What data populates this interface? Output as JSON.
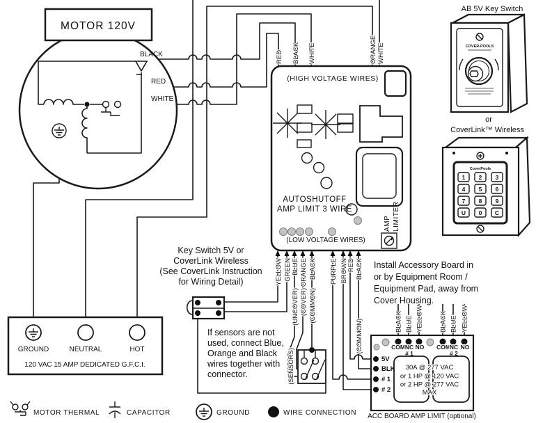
{
  "motor": {
    "title": "MOTOR 120V",
    "wire_black": "BLACK",
    "wire_red": "RED",
    "wire_white": "WHITE"
  },
  "board": {
    "high_voltage_label": "(HIGH VOLTAGE WIRES)",
    "low_voltage_label": "(LOW VOLTAGE WIRES)",
    "title_line1": "AUTOSHUTOFF",
    "title_line2": "AMP LIMIT 3 WIRE",
    "amp_limiter_word1": "AMP",
    "amp_limiter_word2": "LIMITER",
    "top_wires": [
      "RED",
      "BLACK",
      "WHITE",
      "ORANGE",
      "WHITE"
    ],
    "bottom_wires": [
      "YELLOW",
      "GREEN",
      "BLUE",
      "ORANGE",
      "BLACK",
      "PURPLE",
      "BROWN",
      "RED",
      "BLACK"
    ],
    "function_labels": [
      "(UNCOVER)",
      "(COVER)",
      "(COMMON)"
    ],
    "sensors_label": "(SENSORS)",
    "acc_common_label": "(COMMON)"
  },
  "gfci": {
    "ground": "GROUND",
    "neutral": "NEUTRAL",
    "hot": "HOT",
    "caption": "120 VAC 15 AMP DEDICATED G.F.C.I."
  },
  "notes": {
    "key_switch": [
      "Key Switch 5V or",
      "CoverLink Wireless",
      "(See CoverLink Instruction",
      "for Wiring Detail)"
    ],
    "sensors": [
      "If sensors are not",
      "used, connect Blue,",
      "Orange and Black",
      "wires together with",
      "connector."
    ],
    "accessory": [
      "Install Accessory Board in",
      "or by Equipment Room /",
      "Equipment Pad, away from",
      "Cover Housing."
    ]
  },
  "acc_board": {
    "wire_labels": [
      "BLACK",
      "BLUE",
      "YELLOW",
      "BLACK",
      "BLUE",
      "YELLOW"
    ],
    "relay_terminals": [
      "COM",
      "NC",
      "NO",
      "COM",
      "NC",
      "NO"
    ],
    "relay_numbers": [
      "# 1",
      "# 2"
    ],
    "left_terminals": [
      "5V",
      "BLK",
      "# 1",
      "# 2"
    ],
    "rating": [
      "30A @ 277 VAC",
      "or 1 HP @ 120 VAC",
      "or 2 HP @ 277 VAC",
      "MAX"
    ],
    "caption": "ACC BOARD AMP LIMIT (optional)"
  },
  "right_column": {
    "key_switch_title": "AB 5V Key Switch",
    "or_label": "or",
    "wireless_title": "CoverLink™ Wireless",
    "key_switch_brand": "COVER-POOLS",
    "keypad_brand": "CoverPools",
    "keys": [
      "1",
      "2",
      "3",
      "4",
      "5",
      "6",
      "7",
      "8",
      "9",
      "U",
      "0",
      "C"
    ]
  },
  "legend": {
    "motor_thermal": "MOTOR THERMAL",
    "capacitor": "CAPACITOR",
    "ground": "GROUND",
    "wire_connection": "WIRE CONNECTION"
  }
}
